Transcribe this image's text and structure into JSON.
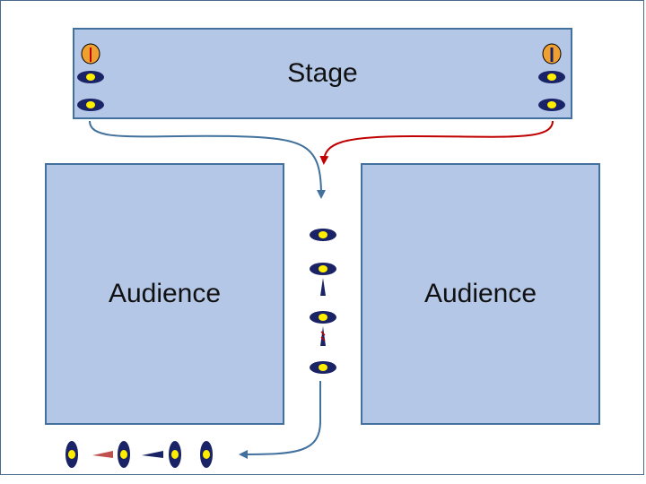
{
  "stage": {
    "label": "Stage"
  },
  "audience_left": {
    "label": "Audience"
  },
  "audience_right": {
    "label": "Audience"
  },
  "colors": {
    "box_fill": "#b4c7e7",
    "box_border": "#41719c",
    "path_blue": "#41719c",
    "path_red": "#c00000",
    "figure_navy": "#1a2366",
    "figure_yellow": "#ffee00",
    "candle_flame": "#f0a030"
  },
  "icons": [
    "person-icon",
    "candle-icon",
    "arrow-icon"
  ]
}
